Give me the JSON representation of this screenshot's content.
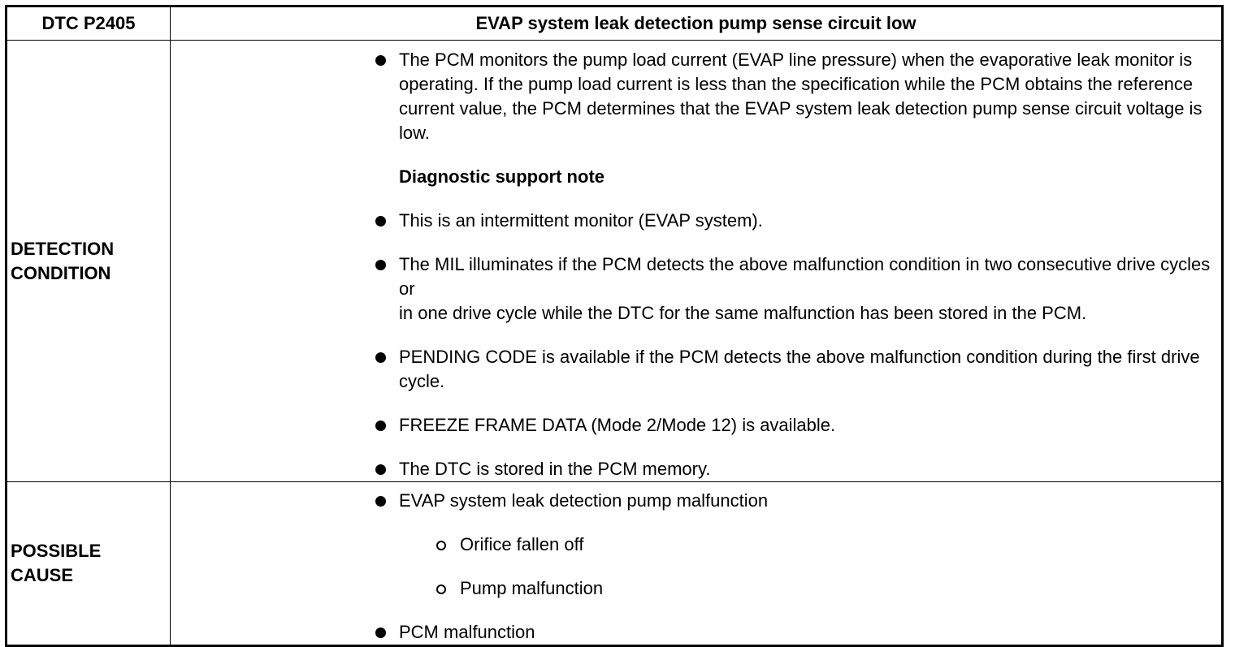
{
  "header": {
    "dtc_code": "DTC P2405",
    "dtc_title": "EVAP system leak detection pump sense circuit low"
  },
  "detection": {
    "label_line1": "DETECTION",
    "label_line2": "CONDITION",
    "items": [
      {
        "lines": [
          "The PCM monitors the pump load current (EVAP line pressure) when the evaporative leak monitor is",
          "operating. If the pump load current is less than the specification while the PCM obtains the reference",
          "current value, the PCM determines that the EVAP system leak detection pump sense circuit voltage is low."
        ]
      },
      {
        "lines": [
          "This is an intermittent monitor (EVAP system)."
        ]
      },
      {
        "lines": [
          "The MIL illuminates if the PCM detects the above malfunction condition in two consecutive drive cycles or",
          "in one drive cycle while the DTC for the same malfunction has been stored in the PCM."
        ]
      },
      {
        "lines": [
          "PENDING CODE is available if the PCM detects the above malfunction condition during the first drive",
          "cycle."
        ]
      },
      {
        "lines": [
          "FREEZE FRAME DATA (Mode 2/Mode 12) is available."
        ]
      },
      {
        "lines": [
          "The DTC is stored in the PCM memory."
        ]
      }
    ],
    "note_title": "Diagnostic support note"
  },
  "cause": {
    "label_line1": "POSSIBLE",
    "label_line2": "CAUSE",
    "item1": "EVAP system leak detection pump malfunction",
    "sub1": "Orifice fallen off",
    "sub2": "Pump malfunction",
    "item2": "PCM malfunction"
  }
}
